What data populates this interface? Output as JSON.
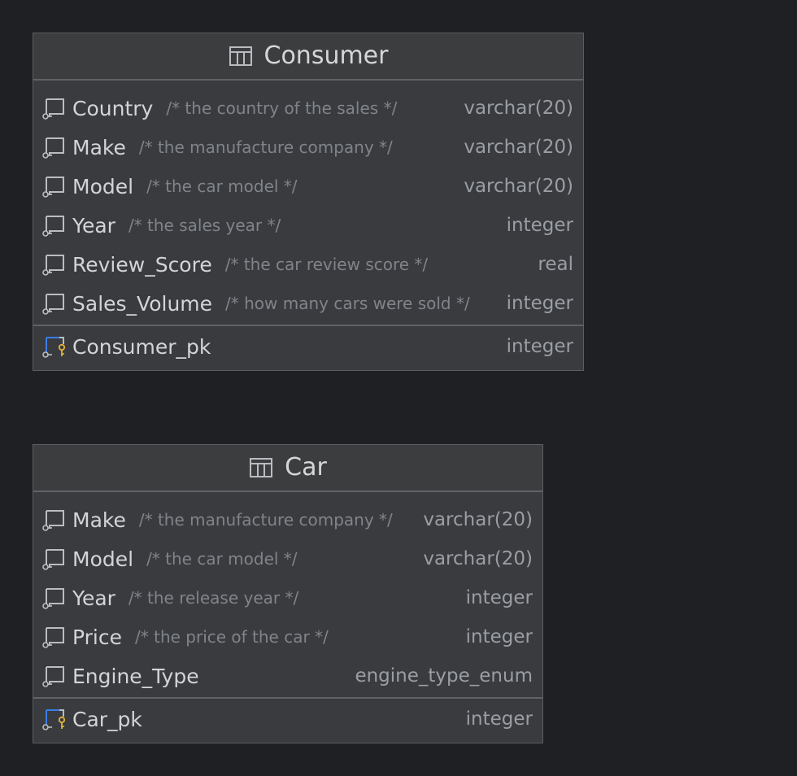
{
  "colors": {
    "background": "#1f2023",
    "card": "#393b3f",
    "border": "#5a5d61",
    "name_text": "#d2d4d8",
    "comment_text": "#80848a",
    "type_text": "#9a9ea4",
    "pk_blue": "#3d7ee6",
    "pk_key_gold": "#e3b43b"
  },
  "tables": {
    "consumer": {
      "title": "Consumer",
      "icon": "table-grid-icon",
      "columns": [
        {
          "name": "Country",
          "comment": "/* the country of the sales */",
          "type": "varchar(20)",
          "icon": "column-icon"
        },
        {
          "name": "Make",
          "comment": "/* the manufacture company */",
          "type": "varchar(20)",
          "icon": "column-icon"
        },
        {
          "name": "Model",
          "comment": "/* the car model */",
          "type": "varchar(20)",
          "icon": "column-icon"
        },
        {
          "name": "Year",
          "comment": "/* the sales year */",
          "type": "integer",
          "icon": "column-icon"
        },
        {
          "name": "Review_Score",
          "comment": "/* the car review score */",
          "type": "real",
          "icon": "column-icon"
        },
        {
          "name": "Sales_Volume",
          "comment": "/* how many cars were sold */",
          "type": "integer",
          "icon": "column-icon"
        }
      ],
      "primary_key": {
        "name": "Consumer_pk",
        "type": "integer",
        "icon": "primary-key-column-icon"
      }
    },
    "car": {
      "title": "Car",
      "icon": "table-grid-icon",
      "columns": [
        {
          "name": "Make",
          "comment": "/* the manufacture company */",
          "type": "varchar(20)",
          "icon": "column-icon"
        },
        {
          "name": "Model",
          "comment": "/* the car model */",
          "type": "varchar(20)",
          "icon": "column-icon"
        },
        {
          "name": "Year",
          "comment": "/* the release year */",
          "type": "integer",
          "icon": "column-icon"
        },
        {
          "name": "Price",
          "comment": "/* the price of the car */",
          "type": "integer",
          "icon": "column-icon"
        },
        {
          "name": "Engine_Type",
          "comment": "",
          "type": "engine_type_enum",
          "icon": "column-icon"
        }
      ],
      "primary_key": {
        "name": "Car_pk",
        "type": "integer",
        "icon": "primary-key-column-icon"
      }
    }
  }
}
